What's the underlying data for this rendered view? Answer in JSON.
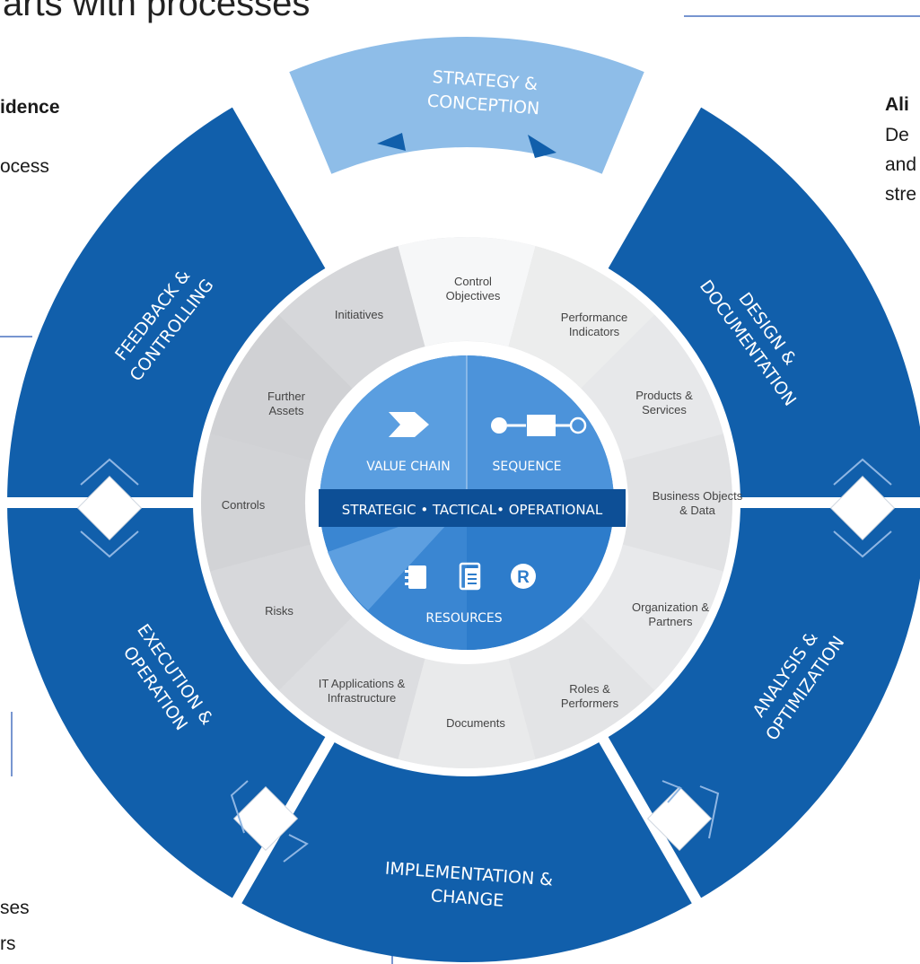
{
  "heading_fragment": "arts with processes",
  "left_texts": {
    "bold_fragment": "idence",
    "line_fragment": "ocess",
    "bottom_line1": "ses",
    "bottom_line2": "rs"
  },
  "right_texts": {
    "bold_fragment": "Ali",
    "line1": "De",
    "line2": "and",
    "line3": "stre"
  },
  "phases": [
    {
      "id": "strategy",
      "lines": [
        "STRATEGY &",
        "CONCEPTION"
      ]
    },
    {
      "id": "design",
      "lines": [
        "DESIGN &",
        "DOCUMENTATION"
      ]
    },
    {
      "id": "analysis",
      "lines": [
        "ANALYSIS &",
        "OPTIMIZATION"
      ]
    },
    {
      "id": "implementation",
      "lines": [
        "IMPLEMENTATION &",
        "CHANGE"
      ]
    },
    {
      "id": "execution",
      "lines": [
        "EXECUTION &",
        "OPERATION"
      ]
    },
    {
      "id": "feedback",
      "lines": [
        "FEEDBACK &",
        "CONTROLLING"
      ]
    }
  ],
  "assets": [
    {
      "id": "control-objectives",
      "lines": [
        "Control",
        "Objectives"
      ]
    },
    {
      "id": "performance-indicators",
      "lines": [
        "Performance",
        "Indicators"
      ]
    },
    {
      "id": "products-services",
      "lines": [
        "Products &",
        "Services"
      ]
    },
    {
      "id": "business-objects",
      "lines": [
        "Business Objects",
        "& Data"
      ]
    },
    {
      "id": "organization-partners",
      "lines": [
        "Organization &",
        "Partners"
      ]
    },
    {
      "id": "roles-performers",
      "lines": [
        "Roles &",
        "Performers"
      ]
    },
    {
      "id": "documents",
      "lines": [
        "Documents"
      ]
    },
    {
      "id": "it-applications",
      "lines": [
        "IT Applications &",
        "Infrastructure"
      ]
    },
    {
      "id": "risks",
      "lines": [
        "Risks"
      ]
    },
    {
      "id": "controls",
      "lines": [
        "Controls"
      ]
    },
    {
      "id": "further-assets",
      "lines": [
        "Further",
        "Assets"
      ]
    },
    {
      "id": "initiatives",
      "lines": [
        "Initiatives"
      ]
    }
  ],
  "core": {
    "value_chain": "VALUE CHAIN",
    "sequence": "SEQUENCE",
    "band": "STRATEGIC • TACTICAL• OPERATIONAL",
    "resources": "RESOURCES",
    "resource_badge": "R"
  },
  "colors": {
    "ring_dark": "#115fab",
    "strategy_light": "#8ebde8",
    "core_light": "#5a9ee0",
    "core_mid": "#3b87d3",
    "core_dark": "#1e6dbf",
    "band": "#0d4f96",
    "grey_ring": "#e4e5e7"
  }
}
